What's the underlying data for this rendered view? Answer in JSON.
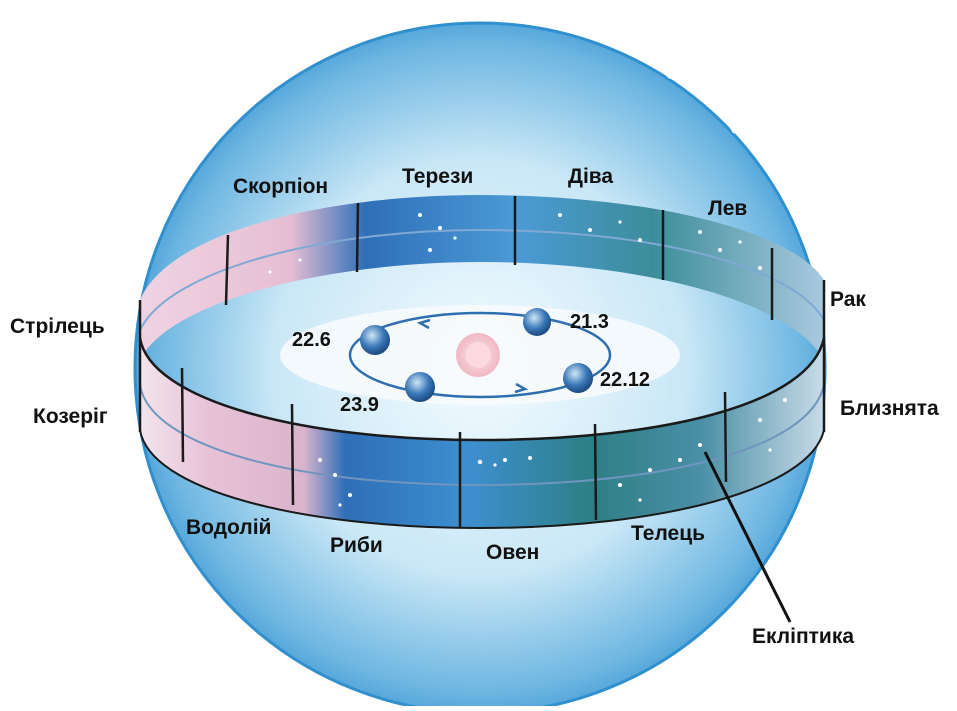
{
  "zodiac": {
    "scorpio": "Скорпіон",
    "libra": "Терези",
    "virgo": "Діва",
    "leo": "Лев",
    "cancer": "Рак",
    "sagittarius": "Стрілець",
    "capricorn": "Козеріг",
    "gemini": "Близнята",
    "aquarius": "Водолій",
    "pisces": "Риби",
    "aries": "Овен",
    "taurus": "Телець"
  },
  "ecliptic_label": "Екліптика",
  "dates": {
    "summer_solstice": "22.6",
    "spring_equinox": "21.3",
    "autumn_equinox": "23.9",
    "winter_solstice": "22.12"
  },
  "colors": {
    "sphere_edge": "#2f8fcf",
    "sphere_center": "#e6f4fb",
    "band_pink": "#e3b9d0",
    "band_blue": "#2f78c4",
    "band_teal": "#3f8f96",
    "earth": "#3a78b8",
    "sun": "#f4c6cc"
  }
}
